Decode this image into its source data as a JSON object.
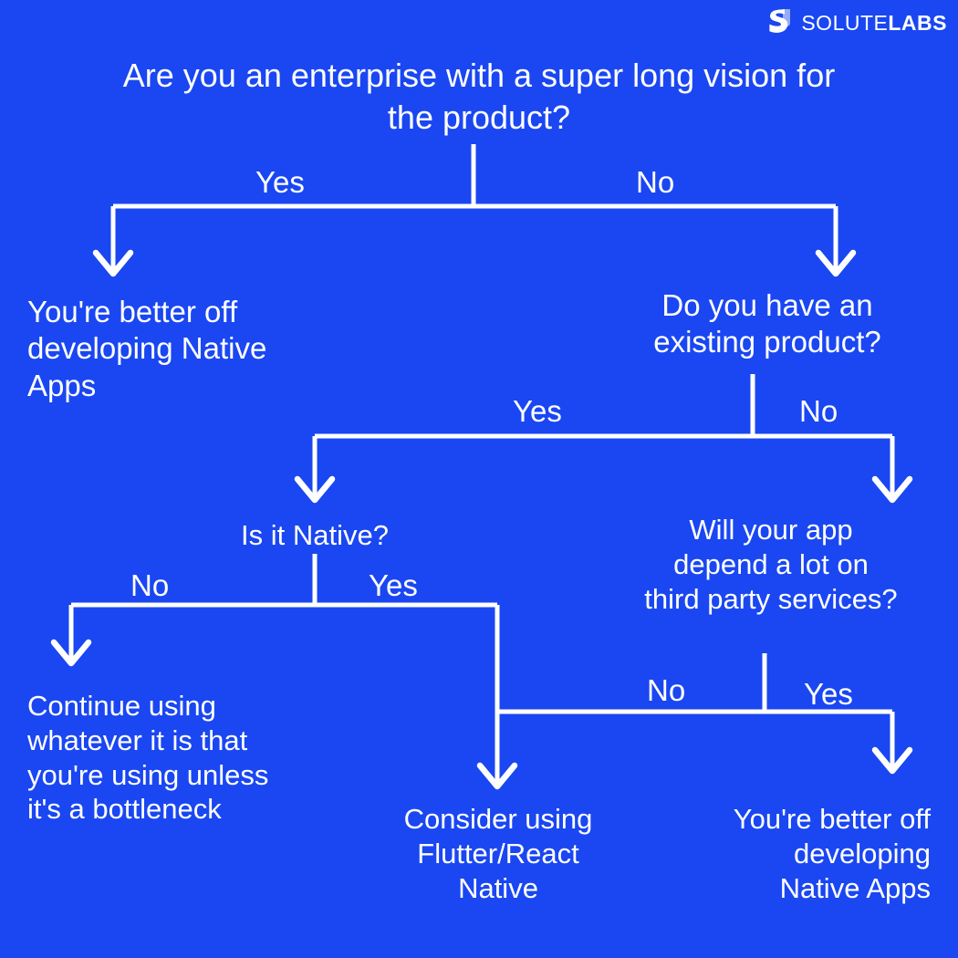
{
  "brand": {
    "name_thin": "SOLUTE",
    "name_bold": "LABS",
    "mark_icon": "solutelabs-s-mark-icon",
    "color": "#ffffff"
  },
  "theme": {
    "background": "#1a47f2",
    "foreground": "#ffffff",
    "connector": "#ffffff"
  },
  "chart_data": {
    "type": "diagram",
    "diagram_kind": "decision-flowchart",
    "title": "Are you an enterprise with a super long vision for the product?",
    "nodes": [
      {
        "id": "q1",
        "kind": "question",
        "text": "Are you an enterprise with a super long vision for\nthe product?"
      },
      {
        "id": "r1",
        "kind": "outcome",
        "text": "You're better off\ndeveloping Native\nApps"
      },
      {
        "id": "q2",
        "kind": "question",
        "text": "Do you have an\nexisting product?"
      },
      {
        "id": "q3",
        "kind": "question",
        "text": "Is it Native?"
      },
      {
        "id": "q4",
        "kind": "question",
        "text": "Will your app\ndepend a lot on\nthird party services?"
      },
      {
        "id": "r2",
        "kind": "outcome",
        "text": "Continue using\nwhatever it is that\nyou're using unless\nit's a bottleneck"
      },
      {
        "id": "r3",
        "kind": "outcome",
        "text": "Consider using\nFlutter/React\nNative"
      },
      {
        "id": "r4",
        "kind": "outcome",
        "text": "You're better off\ndeveloping\nNative Apps"
      }
    ],
    "edges": [
      {
        "from": "q1",
        "to": "r1",
        "label": "Yes"
      },
      {
        "from": "q1",
        "to": "q2",
        "label": "No"
      },
      {
        "from": "q2",
        "to": "q3",
        "label": "Yes"
      },
      {
        "from": "q2",
        "to": "q4",
        "label": "No"
      },
      {
        "from": "q3",
        "to": "r2",
        "label": "No"
      },
      {
        "from": "q3",
        "to": "r3",
        "label": "Yes"
      },
      {
        "from": "q4",
        "to": "r3",
        "label": "No"
      },
      {
        "from": "q4",
        "to": "r4",
        "label": "Yes"
      }
    ]
  },
  "nodes": {
    "q1": "Are you an enterprise with a super long vision for\nthe product?",
    "r1": "You're better off\ndeveloping Native\nApps",
    "q2": "Do you have an\nexisting product?",
    "q3": "Is it Native?",
    "q4": "Will your app\ndepend a lot on\nthird party services?",
    "r2": "Continue using\nwhatever it is that\nyou're using unless\nit's a bottleneck",
    "r3": "Consider using\nFlutter/React\nNative",
    "r4": "You're better off\ndeveloping\nNative Apps"
  },
  "edge_labels": {
    "b1_yes": "Yes",
    "b1_no": "No",
    "b2_yes": "Yes",
    "b2_no": "No",
    "b3_no": "No",
    "b3_yes": "Yes",
    "b4_no": "No",
    "b4_yes": "Yes"
  }
}
